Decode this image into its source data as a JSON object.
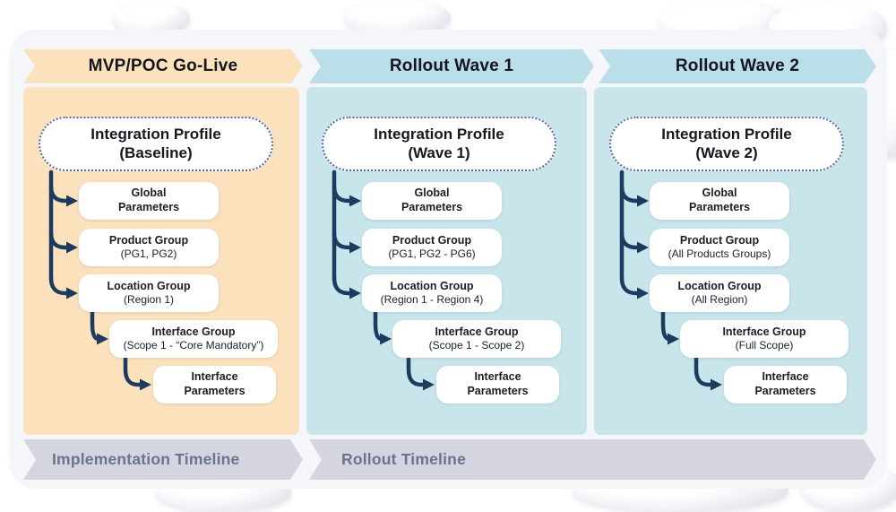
{
  "colors": {
    "peach": "#fbe2bd",
    "light_blue_header": "#badfe9",
    "light_blue_body": "#c8e5ec",
    "arrow_navy": "#1d3b5e",
    "dotted_border_blue": "#5a64a5",
    "banner_gray": "#d4d5de",
    "banner_text": "#6a7490",
    "card_background": "#f5f6fa"
  },
  "columns": [
    {
      "header": "MVP/POC Go-Live",
      "profile_line1": "Integration Profile",
      "profile_line2": "(Baseline)",
      "boxes": [
        {
          "line1": "Global",
          "line2": "Parameters"
        },
        {
          "line1": "Product Group",
          "line2": "(PG1, PG2)"
        },
        {
          "line1": "Location Group",
          "line2": "(Region 1)"
        },
        {
          "line1": "Interface Group",
          "line2": "(Scope 1 - “Core Mandatory”)"
        },
        {
          "line1": "Interface",
          "line2": "Parameters"
        }
      ]
    },
    {
      "header": "Rollout Wave 1",
      "profile_line1": "Integration Profile",
      "profile_line2": "(Wave 1)",
      "boxes": [
        {
          "line1": "Global",
          "line2": "Parameters"
        },
        {
          "line1": "Product Group",
          "line2": "(PG1, PG2 - PG6)"
        },
        {
          "line1": "Location Group",
          "line2": "(Region 1 - Region 4)"
        },
        {
          "line1": "Interface Group",
          "line2": "(Scope 1 - Scope 2)"
        },
        {
          "line1": "Interface",
          "line2": "Parameters"
        }
      ]
    },
    {
      "header": "Rollout Wave 2",
      "profile_line1": "Integration Profile",
      "profile_line2": "(Wave 2)",
      "boxes": [
        {
          "line1": "Global",
          "line2": "Parameters"
        },
        {
          "line1": "Product Group",
          "line2": "(All Products Groups)"
        },
        {
          "line1": "Location Group",
          "line2": "(All Region)"
        },
        {
          "line1": "Interface Group",
          "line2": "(Full Scope)"
        },
        {
          "line1": "Interface",
          "line2": "Parameters"
        }
      ]
    }
  ],
  "timeline": {
    "left": "Implementation Timeline",
    "right": "Rollout Timeline"
  }
}
